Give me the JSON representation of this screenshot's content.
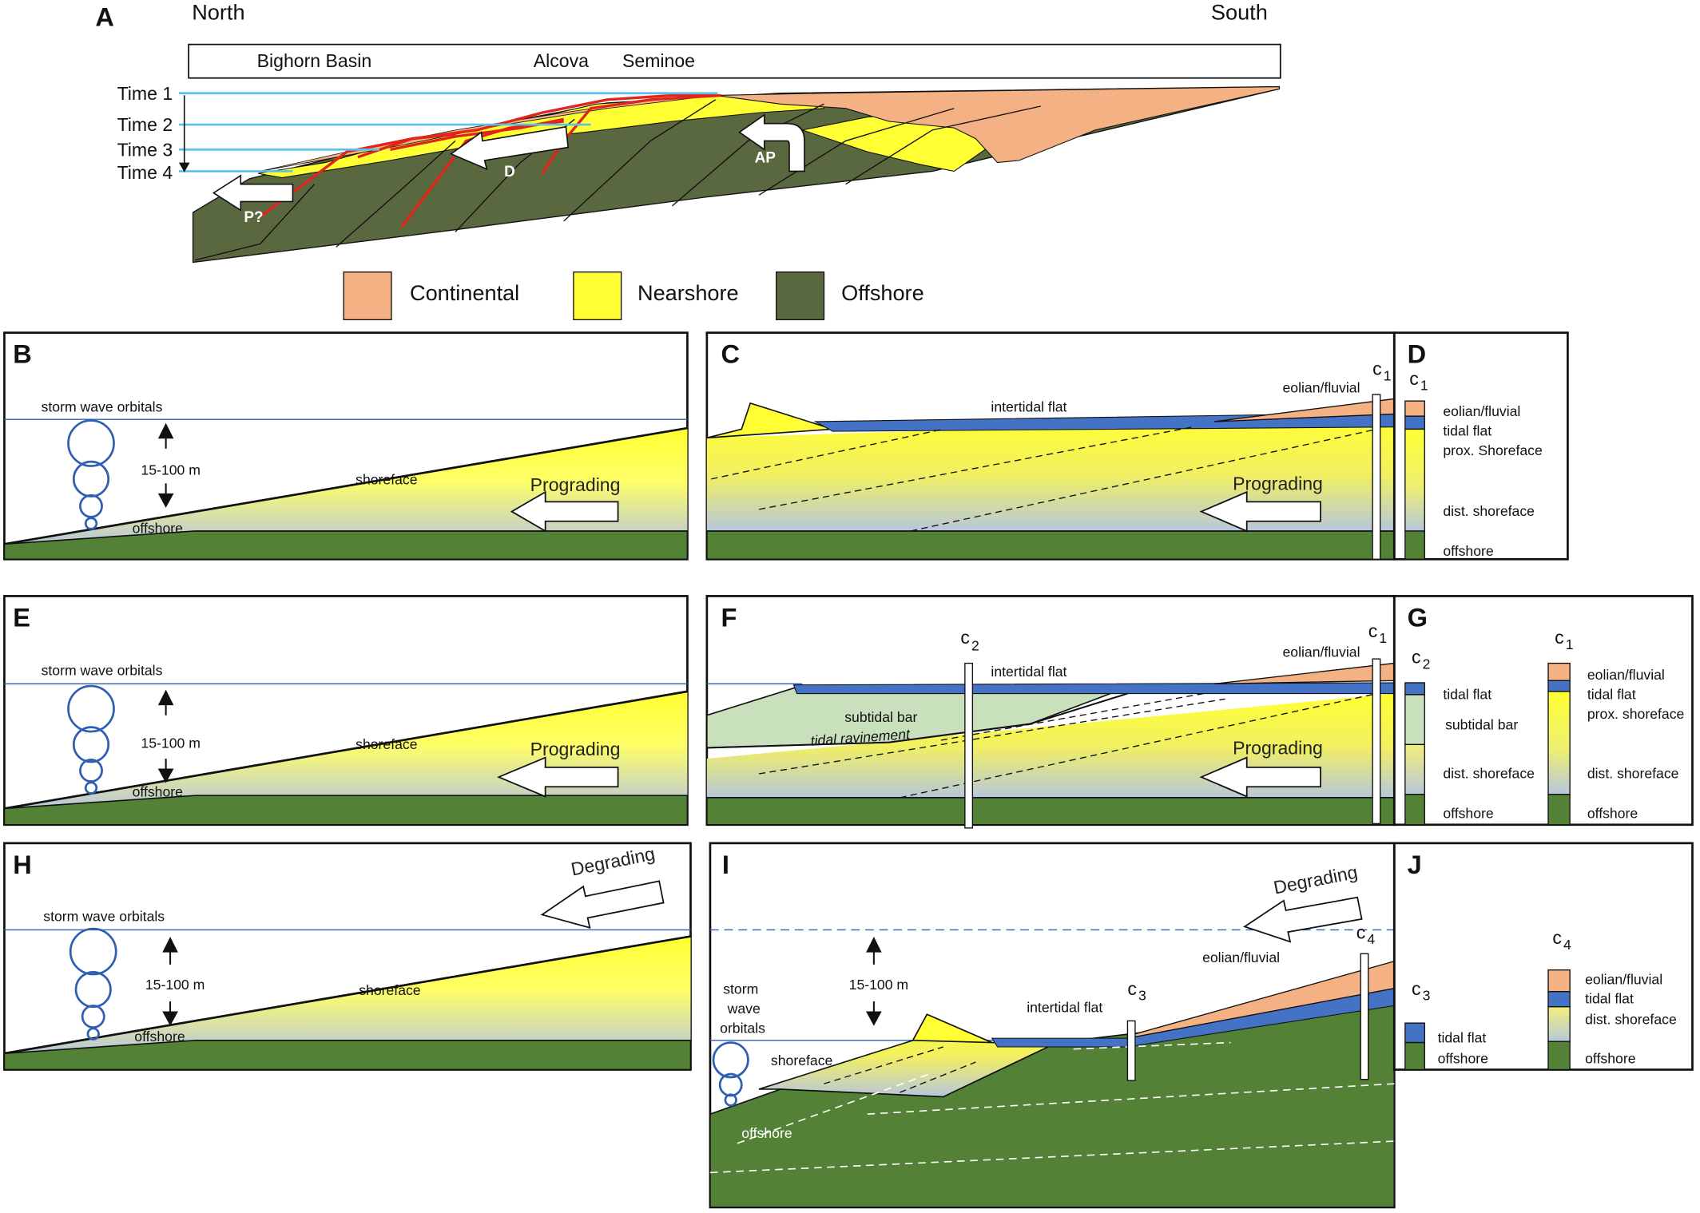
{
  "colors": {
    "continental": "#f4b183",
    "nearshore": "#ffff33",
    "offshore_dark": "#5a6840",
    "offshore_green": "#538135",
    "tidal_blue": "#4472c4",
    "subtidal_green": "#c8e0bc",
    "distal_grey": "#b8c7dc",
    "time_line": "#5bc0eb",
    "ravinement_red": "#e0251b"
  },
  "panel_a": {
    "letter": "A",
    "north": "North",
    "south": "South",
    "places": [
      "Bighorn Basin",
      "Alcova",
      "Seminoe"
    ],
    "times": [
      "Time 1",
      "Time 2",
      "Time 3",
      "Time 4"
    ],
    "arrows": {
      "p": "P?",
      "d": "D",
      "ap": "AP"
    }
  },
  "legend": [
    {
      "label": "Continental",
      "color": "#f4b183"
    },
    {
      "label": "Nearshore",
      "color": "#ffff33"
    },
    {
      "label": "Offshore",
      "color": "#5a6840"
    }
  ],
  "panel_b": {
    "letter": "B",
    "storm": "storm wave orbitals",
    "depth": "15-100 m",
    "shoreface": "shoreface",
    "offshore": "offshore",
    "arrow": "Prograding"
  },
  "panel_c": {
    "letter": "C",
    "core": "c",
    "core_sub": "1",
    "eolian": "eolian/fluvial",
    "intertidal": "intertidal flat",
    "arrow": "Prograding"
  },
  "panel_d": {
    "letter": "D",
    "core": "c",
    "core_sub": "1",
    "units": [
      "eolian/fluvial",
      "tidal flat",
      "prox. Shoreface",
      "dist. shoreface",
      "offshore"
    ]
  },
  "panel_e": {
    "letter": "E",
    "storm": "storm wave orbitals",
    "depth": "15-100 m",
    "shoreface": "shoreface",
    "offshore": "offshore",
    "arrow": "Prograding"
  },
  "panel_f": {
    "letter": "F",
    "core2": "c",
    "core2_sub": "2",
    "core1": "c",
    "core1_sub": "1",
    "eolian": "eolian/fluvial",
    "intertidal": "intertidal flat",
    "subtidal": "subtidal bar",
    "ravinement": "tidal ravinement",
    "arrow": "Prograding"
  },
  "panel_g": {
    "letter": "G",
    "core2": "c",
    "core2_sub": "2",
    "core1": "c",
    "core1_sub": "1",
    "units_c2": [
      "tidal flat",
      "subtidal bar",
      "dist. shoreface",
      "offshore"
    ],
    "units_c1": [
      "eolian/fluvial",
      "tidal flat",
      "prox. shoreface",
      "dist. shoreface",
      "offshore"
    ]
  },
  "panel_h": {
    "letter": "H",
    "storm": "storm wave orbitals",
    "depth": "15-100 m",
    "shoreface": "shoreface",
    "offshore": "offshore",
    "arrow": "Degrading"
  },
  "panel_i": {
    "letter": "I",
    "depth": "15-100 m",
    "storm_lines": [
      "storm",
      "wave",
      "orbitals"
    ],
    "shoreface": "shoreface",
    "offshore": "offshore",
    "intertidal": "intertidal flat",
    "eolian": "eolian/fluvial",
    "core3": "c",
    "core3_sub": "3",
    "core4": "c",
    "core4_sub": "4",
    "arrow": "Degrading"
  },
  "panel_j": {
    "letter": "J",
    "core3": "c",
    "core3_sub": "3",
    "core4": "c",
    "core4_sub": "4",
    "units_c3": [
      "tidal flat",
      "offshore"
    ],
    "units_c4": [
      "eolian/fluvial",
      "tidal flat",
      "dist. shoreface",
      "offshore"
    ]
  }
}
